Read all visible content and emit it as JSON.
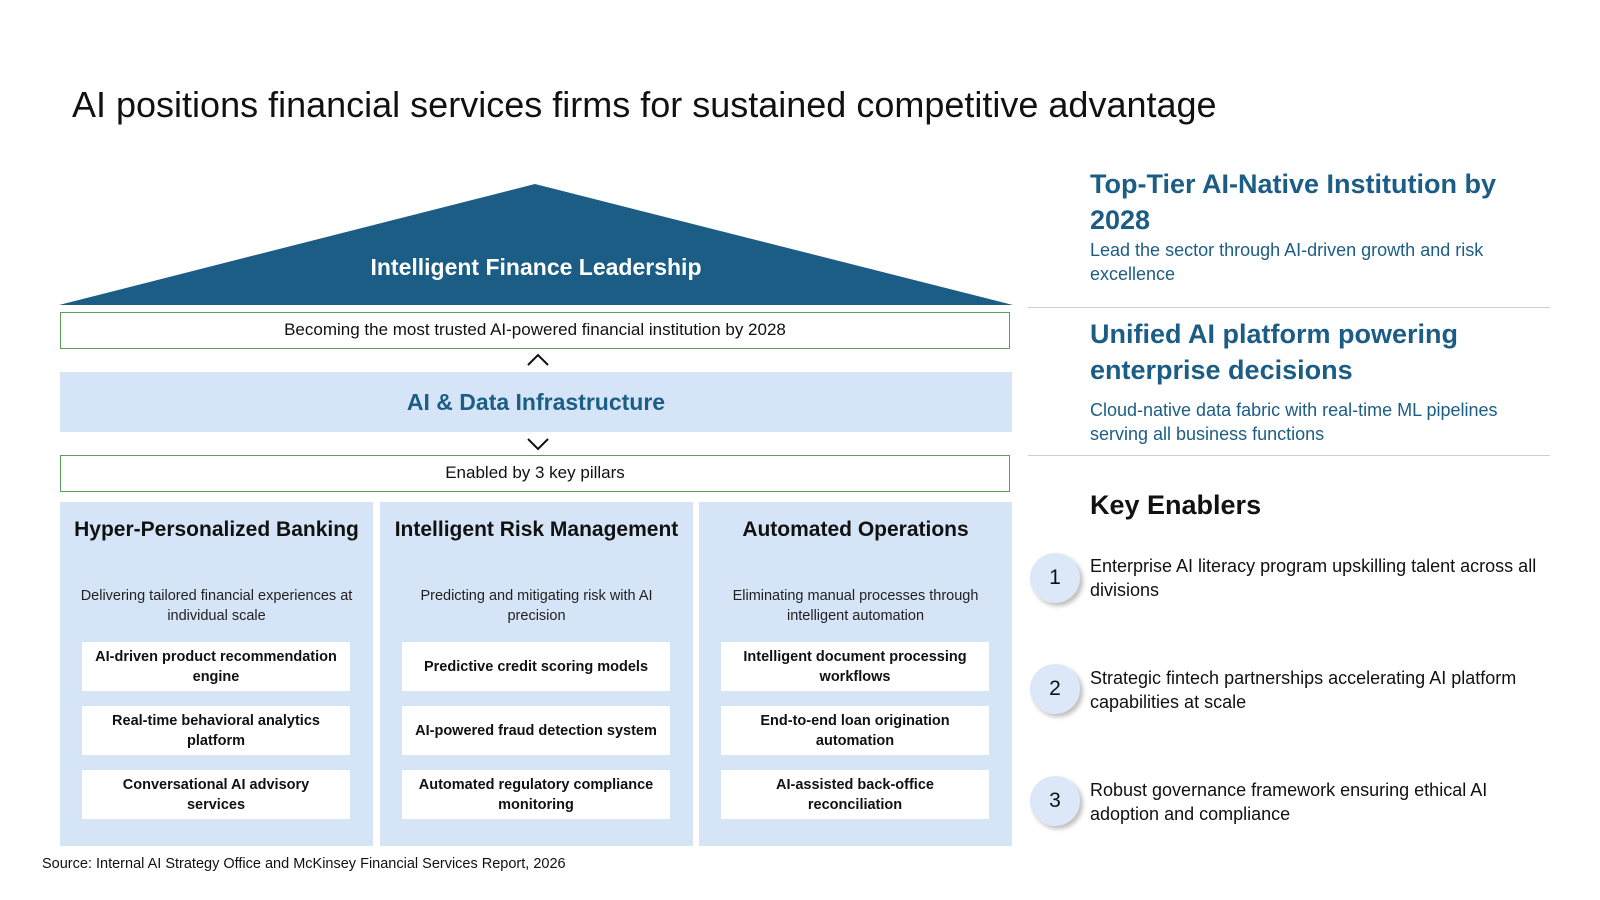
{
  "title": "AI positions financial services firms for sustained competitive advantage",
  "roof": {
    "label": "Intelligent Finance Leadership"
  },
  "vision_bar": "Becoming the most trusted AI-powered financial institution by 2028",
  "infrastructure": "AI & Data Infrastructure",
  "pillars_bar": "Enabled by 3 key pillars",
  "pillars": [
    {
      "title": "Hyper-Personalized Banking",
      "description": "Delivering tailored financial experiences at individual scale",
      "features": [
        "AI-driven product recommendation engine",
        "Real-time behavioral analytics platform",
        "Conversational AI advisory services"
      ]
    },
    {
      "title": "Intelligent Risk Management",
      "description": "Predicting and mitigating risk with AI precision",
      "features": [
        "Predictive credit scoring models",
        "AI-powered fraud detection system",
        "Automated regulatory compliance monitoring"
      ]
    },
    {
      "title": "Automated Operations",
      "description": "Eliminating manual processes through intelligent automation",
      "features": [
        "Intelligent document processing workflows",
        "End-to-end loan origination automation",
        "AI-assisted back-office reconciliation"
      ]
    }
  ],
  "source": "Source: Internal AI Strategy Office and McKinsey Financial Services Report, 2026",
  "right_panel": {
    "goal": {
      "heading": "Top-Tier AI-Native Institution by 2028",
      "subtext": "Lead the sector through AI-driven growth and risk excellence"
    },
    "platform": {
      "heading": "Unified AI platform powering enterprise decisions",
      "subtext": "Cloud-native data fabric with real-time ML pipelines serving all business functions"
    },
    "key_enablers_title": "Key Enablers",
    "enablers": [
      {
        "number": "1",
        "text": "Enterprise AI literacy program upskilling talent across all divisions"
      },
      {
        "number": "2",
        "text": "Strategic fintech partnerships accelerating AI platform capabilities at scale"
      },
      {
        "number": "3",
        "text": "Robust governance framework ensuring ethical AI adoption and compliance"
      }
    ]
  },
  "colors": {
    "primary": "#1c5d85",
    "light_fill": "#d5e5f7",
    "bar_border": "#5a9e5a"
  }
}
